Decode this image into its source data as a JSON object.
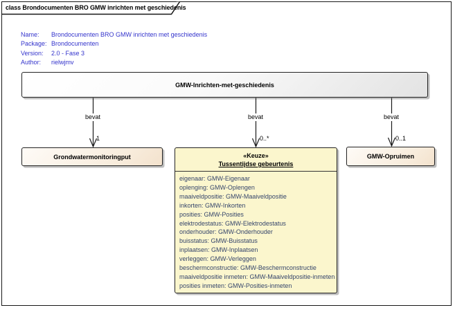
{
  "tab": {
    "label": "class Brondocumenten BRO GMW inrichten met geschiedenis"
  },
  "meta": {
    "rows": [
      {
        "label": "Name:",
        "value": "Brondocumenten BRO GMW inrichten met geschiedenis"
      },
      {
        "label": "Package:",
        "value": "Brondocumenten"
      },
      {
        "label": "Version:",
        "value": "2.0 - Fase 3"
      },
      {
        "label": "Author:",
        "value": "rielwjmv"
      }
    ]
  },
  "root_class": {
    "name": "GMW-Inrichten-met-geschiedenis"
  },
  "relations": [
    {
      "label": "bevat",
      "multiplicity": "1"
    },
    {
      "label": "bevat",
      "multiplicity": "0..*"
    },
    {
      "label": "bevat",
      "multiplicity": "0..1"
    }
  ],
  "classes": {
    "left": {
      "name": "Grondwatermonitoringput"
    },
    "middle": {
      "stereotype": "«Keuze»",
      "name": "Tussentijdse gebeurtenis",
      "attributes": [
        "eigenaar: GMW-Eigenaar",
        "oplenging: GMW-Oplengen",
        "maaiveldpositie: GMW-Maaiveldpositie",
        "inkorten: GMW-Inkorten",
        "posities: GMW-Posities",
        "elektrodestatus: GMW-Elektrodestatus",
        "onderhouder: GMW-Onderhouder",
        "buisstatus: GMW-Buisstatus",
        "inplaatsen: GMW-Inplaatsen",
        "verleggen: GMW-Verleggen",
        "beschermconstructie: GMW-Beschermconstructie",
        "maaiveldpositie inmeten: GMW-Maaiveldpositie-inmeten",
        "posities inmeten: GMW-Posities-inmeten"
      ]
    },
    "right": {
      "name": "GMW-Opruimen"
    }
  },
  "colors": {
    "meta_text": "#3333cc",
    "attribute_text": "#35456b",
    "class_fill": "#f8ecdc",
    "choice_fill": "#fbf6cd",
    "root_fill_gradient_end": "#e3e3e3",
    "border": "#222222",
    "shadow": "#bfbfbf"
  }
}
